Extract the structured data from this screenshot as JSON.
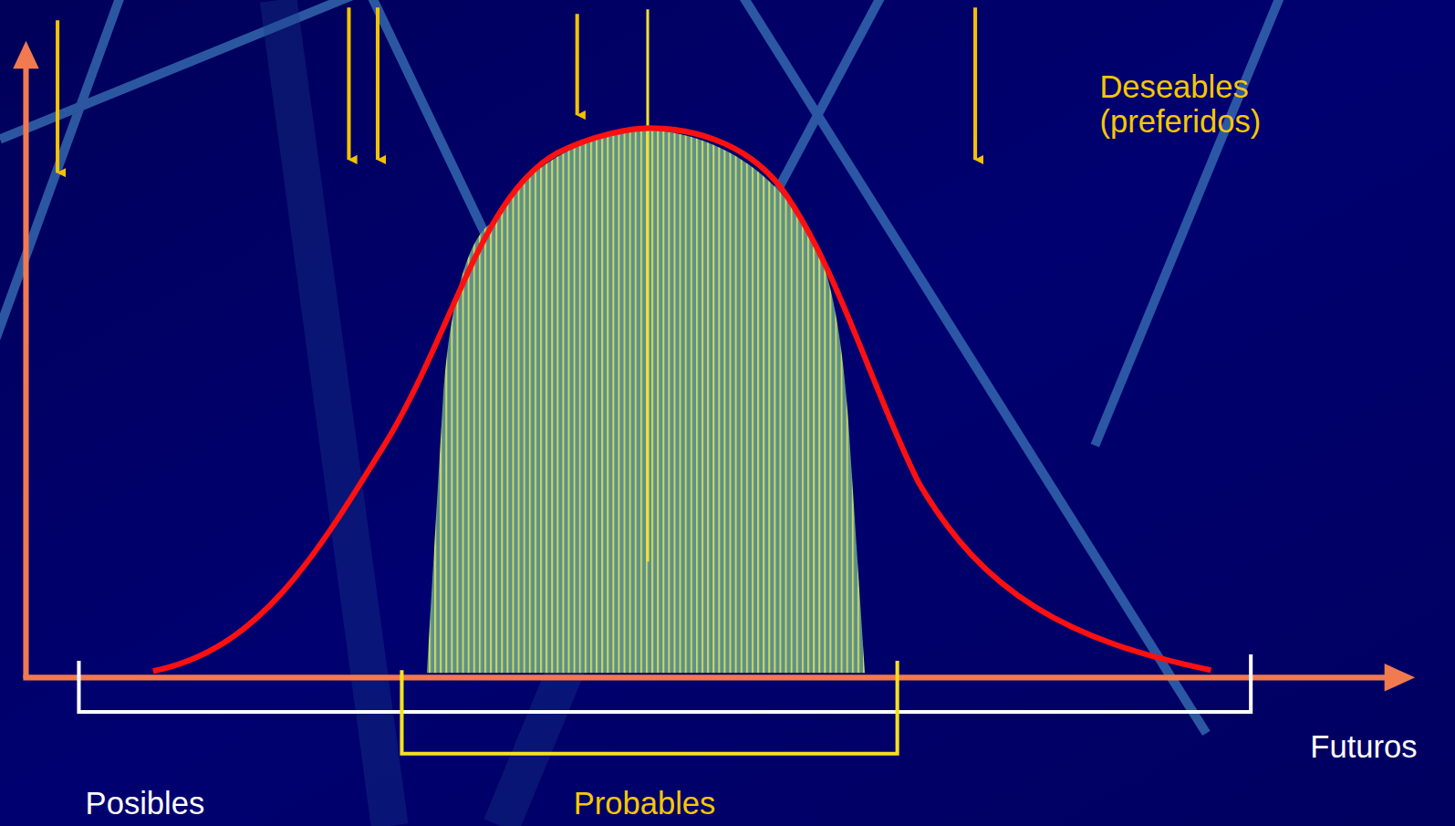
{
  "diagram": {
    "labels": [
      "Deseables (preferidos)",
      "Futuros",
      "Posibles",
      "Probables"
    ]
  }
}
